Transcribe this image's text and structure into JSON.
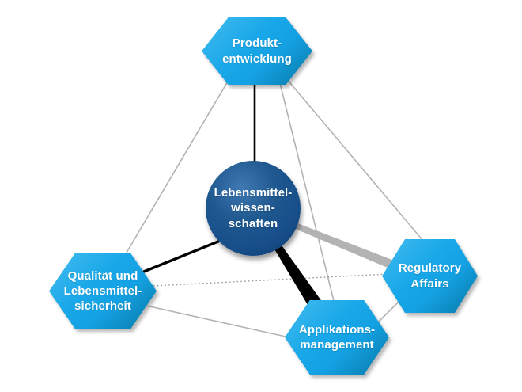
{
  "diagram": {
    "description": "Network diagram of food-science competencies: central circle connected to four hexagonal nodes",
    "center_node": {
      "id": "lebensmittelwissenschaften",
      "label": "Lebensmittel-\nwissen-\nschaften",
      "shape": "circle"
    },
    "nodes": [
      {
        "id": "produktentwicklung",
        "label": "Produkt-\nentwicklung",
        "position": "top",
        "shape": "hexagon"
      },
      {
        "id": "qualitaet-und-lebensmittelsicherheit",
        "label": "Qualität und\nLebensmittel-\nsicherheit",
        "position": "left",
        "shape": "hexagon"
      },
      {
        "id": "regulatory-affairs",
        "label": "Regulatory\nAffairs",
        "position": "right",
        "shape": "hexagon"
      },
      {
        "id": "applikationsmanagement",
        "label": "Applikations-\nmanagement",
        "position": "bottom",
        "shape": "hexagon"
      }
    ],
    "connections": [
      {
        "from": "produktentwicklung",
        "to": "qualitaet-und-lebensmittelsicherheit",
        "style": "thin-gray-line"
      },
      {
        "from": "produktentwicklung",
        "to": "regulatory-affairs",
        "style": "thin-gray-line"
      },
      {
        "from": "produktentwicklung",
        "to": "applikationsmanagement",
        "style": "thin-gray-line"
      },
      {
        "from": "qualitaet-und-lebensmittelsicherheit",
        "to": "applikationsmanagement",
        "style": "thin-gray-line"
      },
      {
        "from": "applikationsmanagement",
        "to": "regulatory-affairs",
        "style": "thin-gray-line"
      },
      {
        "from": "qualitaet-und-lebensmittelsicherheit",
        "to": "regulatory-affairs",
        "style": "dotted-gray-line"
      },
      {
        "from": "lebensmittelwissenschaften",
        "to": "produktentwicklung",
        "style": "black-thin-line"
      },
      {
        "from": "lebensmittelwissenschaften",
        "to": "qualitaet-und-lebensmittelsicherheit",
        "style": "black-medium-line"
      },
      {
        "from": "lebensmittelwissenschaften",
        "to": "applikationsmanagement",
        "style": "black-thick-wedge"
      },
      {
        "from": "lebensmittelwissenschaften",
        "to": "regulatory-affairs",
        "style": "gray-thick-wedge"
      }
    ],
    "colors": {
      "hexagon_fill": "#18a7e8",
      "hexagon_highlight": "#8adcf6",
      "hexagon_shade": "#0a73a6",
      "circle_fill": "#174e8a",
      "edge_thin_gray": "#b2b2b2",
      "edge_dotted_gray": "#9a9a9a",
      "edge_wedge_gray": "#b3b3b3",
      "edge_black": "#000000",
      "text": "#ffffff",
      "background": "#ffffff"
    }
  }
}
